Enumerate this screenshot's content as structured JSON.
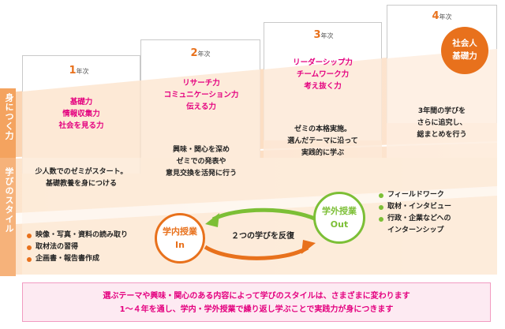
{
  "years": [
    {
      "num": "1",
      "suffix": "年次"
    },
    {
      "num": "2",
      "suffix": "年次"
    },
    {
      "num": "3",
      "suffix": "年次"
    },
    {
      "num": "4",
      "suffix": "年次"
    }
  ],
  "left_labels": {
    "skills": "身につく力",
    "style": "学びのスタイル"
  },
  "skills": {
    "y1": [
      "基礎力",
      "情報収集力",
      "社会を見る力"
    ],
    "y2": [
      "リサーチ力",
      "コミュニケーション力",
      "伝える力"
    ],
    "y3": [
      "リーダーシップ力",
      "チームワーク力",
      "考え抜く力"
    ],
    "y4_circle": [
      "社会人",
      "基礎力"
    ]
  },
  "descriptions": {
    "y1": [
      "少人数でのゼミがスタート。",
      "基礎教養を身につける"
    ],
    "y2": [
      "興味・関心を深め",
      "ゼミでの発表や",
      "意見交換を活発に行う"
    ],
    "y3": [
      "ゼミの本格実施。",
      "選んだテーマに沿って",
      "実践的に学ぶ"
    ],
    "y4": [
      "3年間の学びを",
      "さらに追究し、",
      "総まとめを行う"
    ]
  },
  "inside": {
    "title": "学内授業",
    "sub": "In",
    "items": [
      "映像・写真・資料の読み取り",
      "取材法の習得",
      "企画書・報告書作成"
    ]
  },
  "outside": {
    "title": "学外授業",
    "sub": "Out",
    "items": [
      "フィールドワーク",
      "取材・インタビュー",
      "行政・企業などへの",
      "インターンシップ"
    ]
  },
  "cycle_label": "２つの学びを反復",
  "footer": [
    "選ぶテーマや興味・関心のある内容によって学びのスタイルは、さまざまに変わります",
    "1～４年を通し、学内・学外授業で繰り返し学ぶことで実践力が身につきます"
  ],
  "colors": {
    "orange": "#e8711c",
    "pink": "#e4007f",
    "green": "#7cbf36",
    "band": "#f4a35f"
  }
}
